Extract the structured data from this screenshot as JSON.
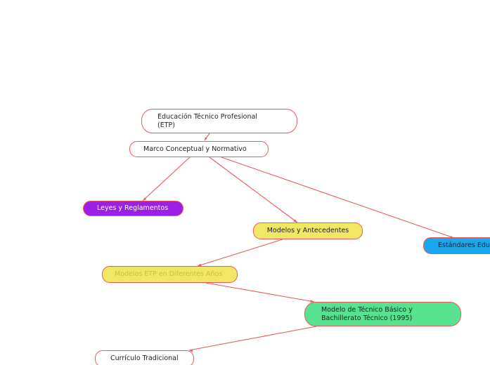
{
  "colors": {
    "connector": "#e85a5a",
    "leyes_fill": "#9b20e6",
    "modelos_fill": "#f2e765",
    "estandares_fill": "#1aa7ee",
    "tecnico_fill": "#55e38f"
  },
  "nodes": {
    "etp": {
      "label": "Educación Técnico Profesional (ETP)"
    },
    "marco": {
      "label": "Marco Conceptual y Normativo"
    },
    "leyes": {
      "label": "Leyes y Reglamentos"
    },
    "modelos": {
      "label": "Modelos y Antecedentes"
    },
    "estandares": {
      "label": "Estándares Educativos"
    },
    "etp_anos": {
      "label": "Modelos ETP en Diferentes Años"
    },
    "tecnico": {
      "label": "Modelo de Técnico Básico y Bachillerato Técnico (1995)"
    },
    "curriculo": {
      "label": "Currículo Tradicional"
    }
  }
}
